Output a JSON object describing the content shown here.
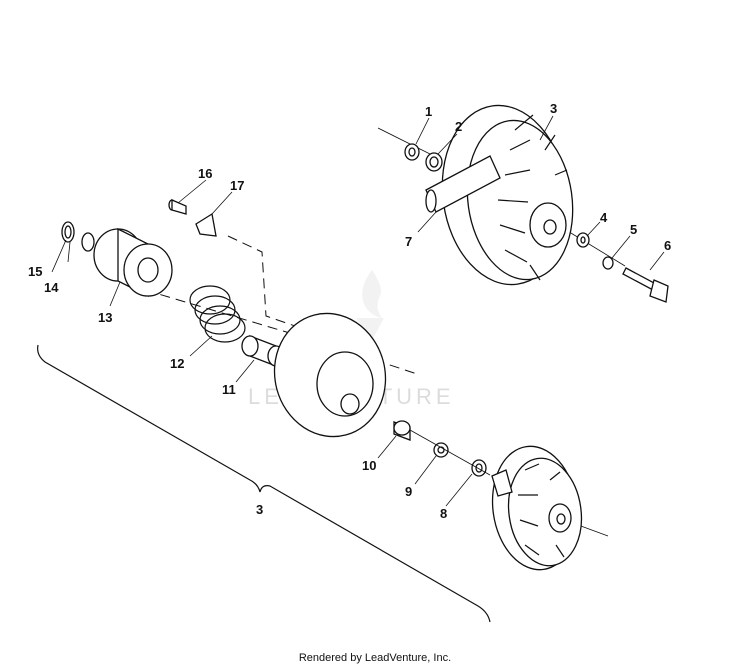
{
  "labels": {
    "p1": "1",
    "p2": "2",
    "p3_top": "3",
    "p4": "4",
    "p5": "5",
    "p6": "6",
    "p7": "7",
    "p8": "8",
    "p9": "9",
    "p10": "10",
    "p11": "11",
    "p12": "12",
    "p13": "13",
    "p14": "14",
    "p15": "15",
    "p16": "16",
    "p17": "17",
    "p3_bracket": "3"
  },
  "watermark": {
    "text": "LEADVENTURE"
  },
  "footer": {
    "text": "Rendered by LeadVenture, Inc."
  }
}
